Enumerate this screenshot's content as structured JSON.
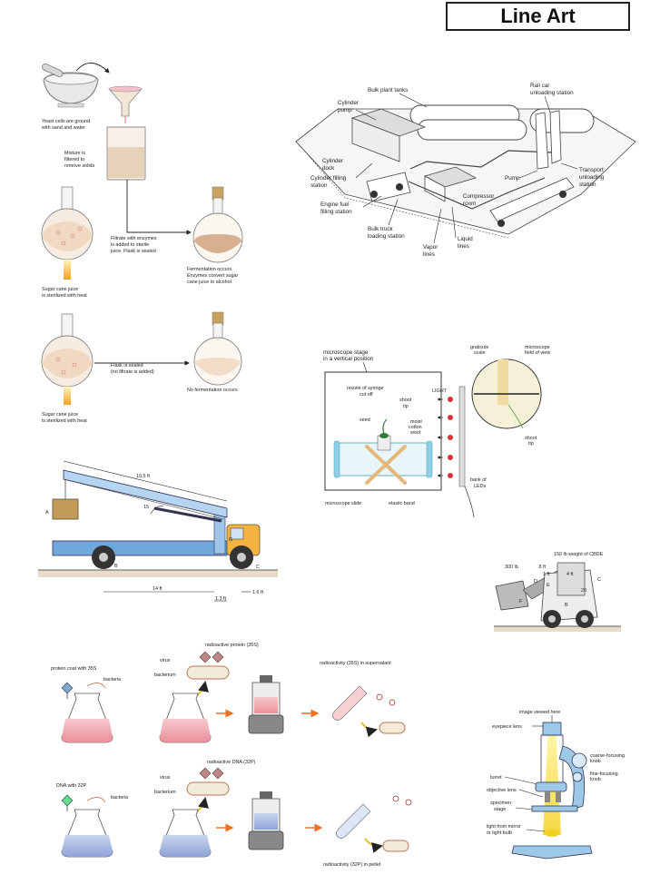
{
  "header": {
    "title": "Line Art"
  },
  "fermentation": {
    "yeast": "Yeast cells are ground",
    "yeast2": "with sand and water",
    "filter1": "Mixture is",
    "filter2": "filtered to",
    "filter3": "remove solids",
    "filtrate1": "Filtrate with enzymes",
    "filtrate2": "is added to sterile",
    "filtrate3": "juice. Flask is sealed",
    "ferm1": "Fermentation occurs.",
    "ferm2": "Enzymes convert sugar",
    "ferm3": "cane juice to alcohol",
    "sugar1": "Sugar cane juice",
    "sugar2": "is sterilized with heat",
    "sealed1": "Flask is sealed",
    "sealed2": "(no filtrate is added)",
    "nofer": "No fermentation occurs",
    "sugar3": "Sugar cane juice",
    "sugar4": "is sterilized with heat"
  },
  "plant": {
    "bulk_tanks": "Bulk plant tanks",
    "cyl_pump1": "Cylinder",
    "cyl_pump2": "pump",
    "cyl_dock1": "Cylinder",
    "cyl_dock2": "dock",
    "cyl_fill1": "Cylinder filling",
    "cyl_fill2": "station",
    "engine1": "Engine fuel",
    "engine2": "filling station",
    "bulk_truck1": "Bulk truck",
    "bulk_truck2": "loading station",
    "vapor1": "Vapor",
    "vapor2": "lines",
    "liquid1": "Liquid",
    "liquid2": "lines",
    "compressor1": "Compressor",
    "compressor2": "room",
    "pump": "Pump",
    "rail1": "Rail car",
    "rail2": "unloading station",
    "transport1": "Transport",
    "transport2": "unloading",
    "transport3": "station"
  },
  "microscope_setup": {
    "stage1": "microscope stage",
    "stage2": "in a vertical position",
    "nozzle1": "nozzle of syringe",
    "nozzle2": "cut off",
    "shoot1": "shoot",
    "shoot2": "tip",
    "light": "LIGHT",
    "seed": "seed",
    "moist1": "moist",
    "moist2": "cotton",
    "moist3": "wool",
    "slide": "microscope slide",
    "band": "elastic band",
    "bank1": "bank of",
    "bank2": "LEDs",
    "graticule1": "graticule",
    "graticule2": "scale",
    "field1": "microscope",
    "field2": "field of view",
    "shoot3": "shoot",
    "shoot4": "tip"
  },
  "truck": {
    "boom": "19.5 ft",
    "angle": "15",
    "a": "A",
    "b": "B",
    "c": "C",
    "g": "G",
    "d14": "14 ft",
    "d13": "1.3 ft",
    "d16": "1.6 ft"
  },
  "loader": {
    "w300": "300 lb",
    "w150": "150 lb weight of CBDE",
    "ft8": ".8 ft",
    "ft4": "4 ft",
    "ft1": "1 ft",
    "d": "D",
    "e": "E",
    "c": "C",
    "f": "F",
    "b": "B",
    "n20": "20"
  },
  "hershey": {
    "coat": "protein coat with 35S",
    "bacteria1": "bacteria",
    "virus1": "virus",
    "bacterium1": "bacterium",
    "rad_protein": "radioactive protein (35S)",
    "supernatant": "radioactivity (35S) in supernatant",
    "dna": "DNA with 32P",
    "bacteria2": "bacteria",
    "virus2": "virus",
    "bacterium2": "bacterium",
    "rad_dna": "radioactive DNA (32P)",
    "pellet": "radioactivity (32P) in pellet"
  },
  "light_microscope": {
    "image": "image viewed here",
    "eyepiece": "eyepiece lens",
    "coarse1": "coarse-focusing",
    "coarse2": "knob",
    "fine1": "fine-focusing",
    "fine2": "knob",
    "turret": "turret",
    "objective": "objective lens",
    "specimen1": "specimen",
    "specimen2": "stage",
    "light1": "light from mirror",
    "light2": "or light bulb"
  }
}
